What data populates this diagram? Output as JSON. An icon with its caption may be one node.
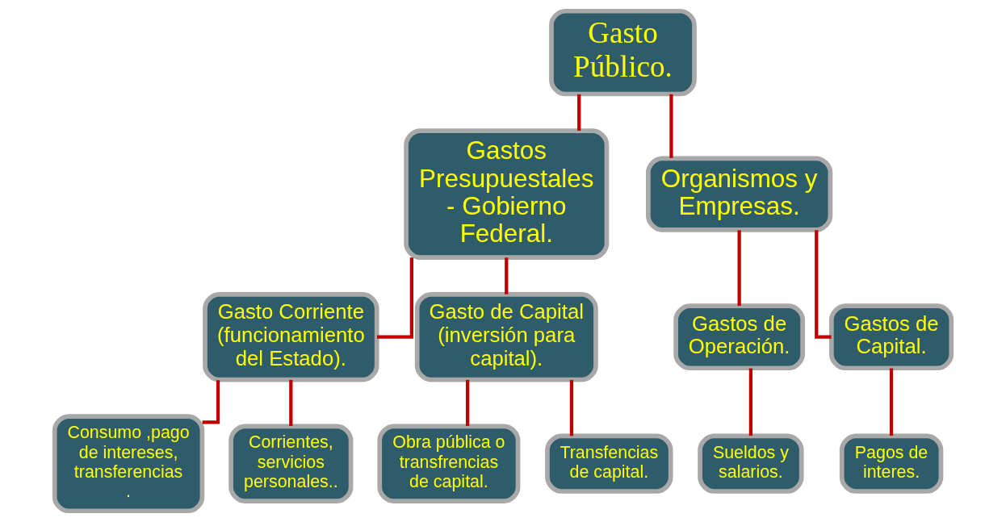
{
  "diagram": {
    "nodes": [
      {
        "text": [
          "Gasto Público."
        ]
      },
      {
        "text": [
          "Gastos Presupuestales - Gobierno Federal."
        ]
      },
      {
        "text": [
          "Organismos y Empresas."
        ]
      },
      {
        "text": [
          "Gasto Corriente (funcionamiento del Estado)."
        ]
      },
      {
        "text": [
          "Gasto de Capital (inversión para capital)."
        ]
      },
      {
        "text": [
          "Gastos de Operación."
        ]
      },
      {
        "text": [
          "Gastos de Capital."
        ]
      },
      {
        "text": [
          "Consumo ,pago de intereses, transferencias ."
        ]
      },
      {
        "text": [
          "Corrientes, servicios personales.."
        ]
      },
      {
        "text": [
          "Obra pública o transfrencias de capital."
        ]
      },
      {
        "text": [
          "Transfencias de capital."
        ]
      },
      {
        "text": [
          "Sueldos y salarios."
        ]
      },
      {
        "text": [
          "Pagos de interes."
        ]
      }
    ],
    "edges": [
      {
        "from": 0,
        "to": 1,
        "arrow": "none"
      },
      {
        "from": 0,
        "to": 2,
        "arrow": "none"
      },
      {
        "from": 1,
        "to": 3,
        "arrow": "none"
      },
      {
        "from": 1,
        "to": 4,
        "arrow": "none"
      },
      {
        "from": 2,
        "to": 5,
        "arrow": "none"
      },
      {
        "from": 2,
        "to": 6,
        "arrow": "none"
      },
      {
        "from": 3,
        "to": 7,
        "arrow": "none"
      },
      {
        "from": 3,
        "to": 8,
        "arrow": "none"
      },
      {
        "from": 4,
        "to": 9,
        "arrow": "none"
      },
      {
        "from": 4,
        "to": 10,
        "arrow": "none"
      },
      {
        "from": 5,
        "to": 11,
        "arrow": "none"
      },
      {
        "from": 6,
        "to": 12,
        "arrow": "none"
      }
    ]
  }
}
